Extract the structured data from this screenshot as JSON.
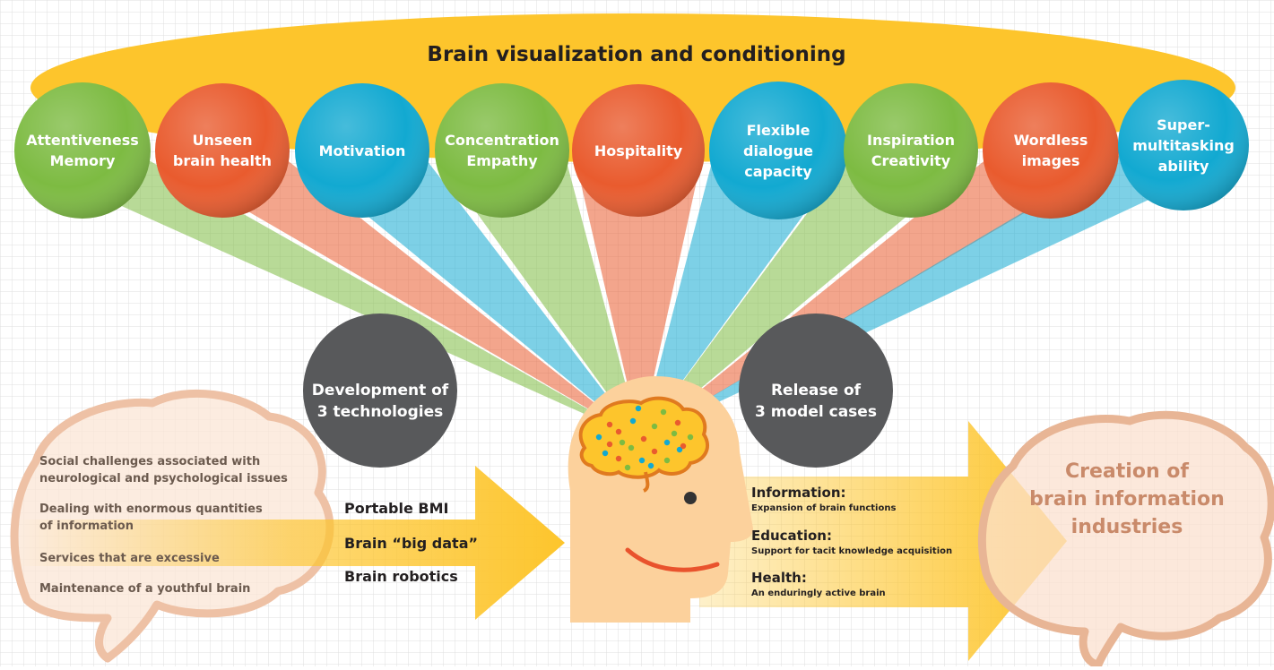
{
  "title": "Brain visualization and conditioning",
  "functions": [
    {
      "label": "Attentiveness\nMemory",
      "color": "#7dbb42"
    },
    {
      "label": "Unseen\nbrain health",
      "color": "#e95b2e"
    },
    {
      "label": "Motivation",
      "color": "#12a9d1"
    },
    {
      "label": "Concentration\nEmpathy",
      "color": "#7dbb42"
    },
    {
      "label": "Hospitality",
      "color": "#e95b2e"
    },
    {
      "label": "Flexible\ndialogue\ncapacity",
      "color": "#12a9d1"
    },
    {
      "label": "Inspiration\nCreativity",
      "color": "#7dbb42"
    },
    {
      "label": "Wordless\nimages",
      "color": "#e95b2e"
    },
    {
      "label": "Super-\nmultitasking\nability",
      "color": "#12a9d1"
    }
  ],
  "development": {
    "label": "Development of\n3 technologies",
    "items": [
      "Portable BMI",
      "Brain “big data”",
      "Brain robotics"
    ]
  },
  "release": {
    "label": "Release of\n3 model cases",
    "cases": [
      {
        "head": "Information:",
        "sub": "Expansion of brain functions"
      },
      {
        "head": "Education:",
        "sub": "Support for tacit knowledge acquisition"
      },
      {
        "head": "Health:",
        "sub": "An enduringly active brain"
      }
    ]
  },
  "issues": [
    "Social challenges associated with\nneurological and psychological issues",
    "Dealing with enormous quantities\nof information",
    "Services that are excessive",
    "Maintenance of a youthful brain"
  ],
  "result": "Creation of\nbrain information\nindustries",
  "colors": {
    "accent_yellow": "#fdc52c",
    "dark_circle": "#58595b",
    "green": "#7dbb42",
    "orange": "#e95b2e",
    "blue": "#12a9d1",
    "skin": "#fcd19c",
    "brain_outline": "#e8b595"
  }
}
